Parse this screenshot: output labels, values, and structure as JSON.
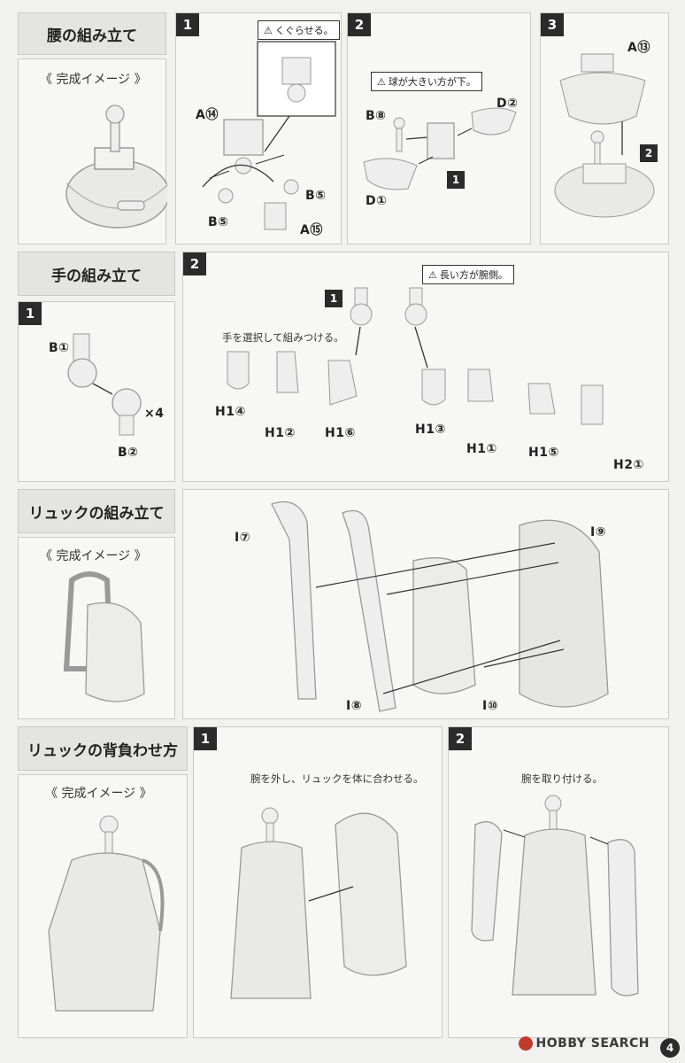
{
  "sections": {
    "waist": {
      "title": "腰の組み立て",
      "image_label": "《 完成イメージ 》",
      "step1": {
        "num": "1",
        "warn": "くぐらせる。",
        "parts": [
          "A⑭",
          "B⑤",
          "B⑤",
          "A⑮"
        ]
      },
      "step2": {
        "num": "2",
        "warn": "球が大きい方が下。",
        "parts": [
          "B⑧",
          "D②",
          "D①"
        ],
        "ref_step": "1"
      },
      "step3": {
        "num": "3",
        "parts": [
          "A⑬"
        ],
        "ref_step": "2"
      }
    },
    "hands": {
      "title": "手の組み立て",
      "step1": {
        "num": "1",
        "parts": [
          "B①",
          "B②"
        ],
        "multiplier": "×4"
      },
      "step2": {
        "num": "2",
        "caption": "手を選択して組みつける。",
        "warn": "長い方が腕側。",
        "ref_step": "1",
        "parts": [
          "H1④",
          "H1②",
          "H1⑥",
          "H1③",
          "H1①",
          "H1⑤",
          "H2①"
        ]
      }
    },
    "backpack": {
      "title": "リュックの組み立て",
      "image_label": "《 完成イメージ 》",
      "parts": [
        "I⑦",
        "I⑨",
        "I⑧",
        "I⑩"
      ]
    },
    "wearing": {
      "title": "リュックの背負わせ方",
      "image_label": "《 完成イメージ 》",
      "step1": {
        "num": "1",
        "caption": "腕を外し、リュックを体に合わせる。"
      },
      "step2": {
        "num": "2",
        "caption": "腕を取り付ける。"
      }
    }
  },
  "footer": {
    "logo": "HOBBY SEARCH",
    "page_number": "4"
  },
  "colors": {
    "background": "#f1f1ef",
    "badge": "#2b2b2b",
    "panel_border": "#c9c9c9",
    "part_fill": "#eeeeec",
    "part_stroke": "#9a9a9a"
  }
}
